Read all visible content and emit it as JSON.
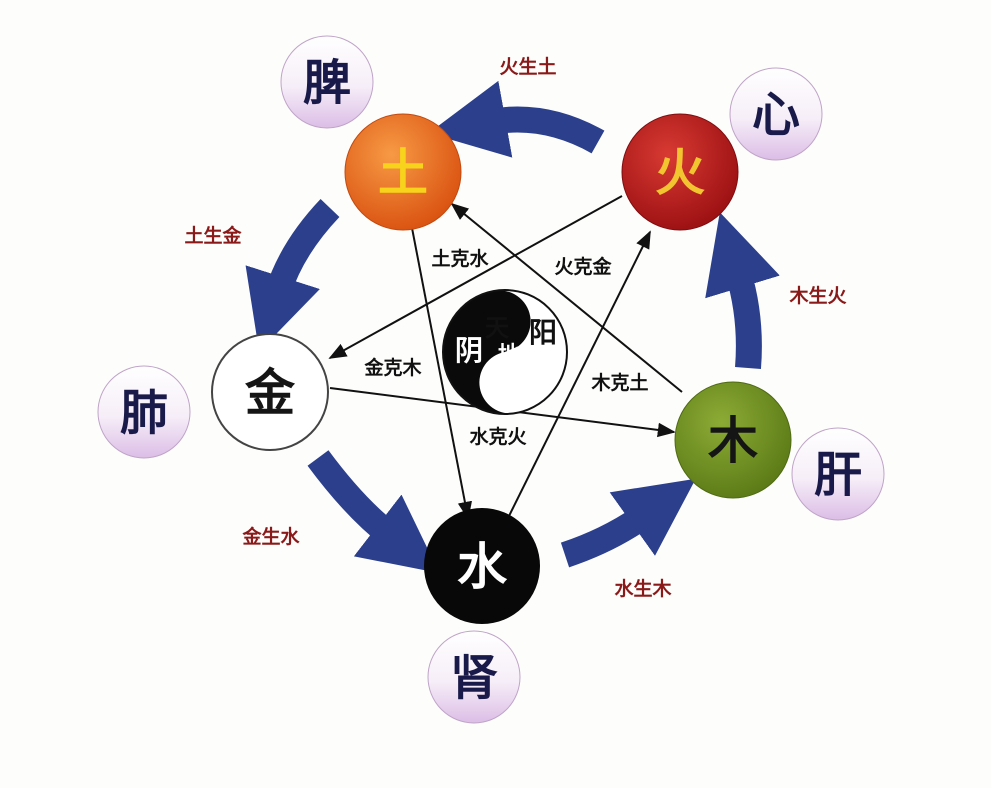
{
  "elements": {
    "earth": {
      "char": "土",
      "color": "#e8631a",
      "text_color": "#f7d31c"
    },
    "fire": {
      "char": "火",
      "color": "#b8161a",
      "text_color": "#f2c530"
    },
    "wood": {
      "char": "木",
      "color": "#6f8f1e",
      "text_color": "#151515"
    },
    "water": {
      "char": "水",
      "color": "#080808",
      "text_color": "#ffffff"
    },
    "metal": {
      "char": "金",
      "color": "#ffffff",
      "text_color": "#151515"
    }
  },
  "organs": {
    "spleen": "脾",
    "heart": "心",
    "liver": "肝",
    "kidney": "肾",
    "lung": "肺"
  },
  "generating": {
    "fire_earth": "火生土",
    "earth_metal": "土生金",
    "wood_fire": "木生火",
    "metal_water": "金生水",
    "water_wood": "水生木"
  },
  "controlling": {
    "earth_water": "土克水",
    "fire_metal": "火克金",
    "metal_wood": "金克木",
    "wood_earth": "木克土",
    "water_fire": "水克火"
  },
  "yinyang": {
    "tian": "天",
    "di": "地",
    "yang": "阳",
    "yin": "阴"
  },
  "colors": {
    "cycle_arrow": "#2b3f8c",
    "organ_fill_top": "#ffffff",
    "organ_fill_bottom": "#e2c6ea",
    "relation_text": "#8a1a1a"
  }
}
